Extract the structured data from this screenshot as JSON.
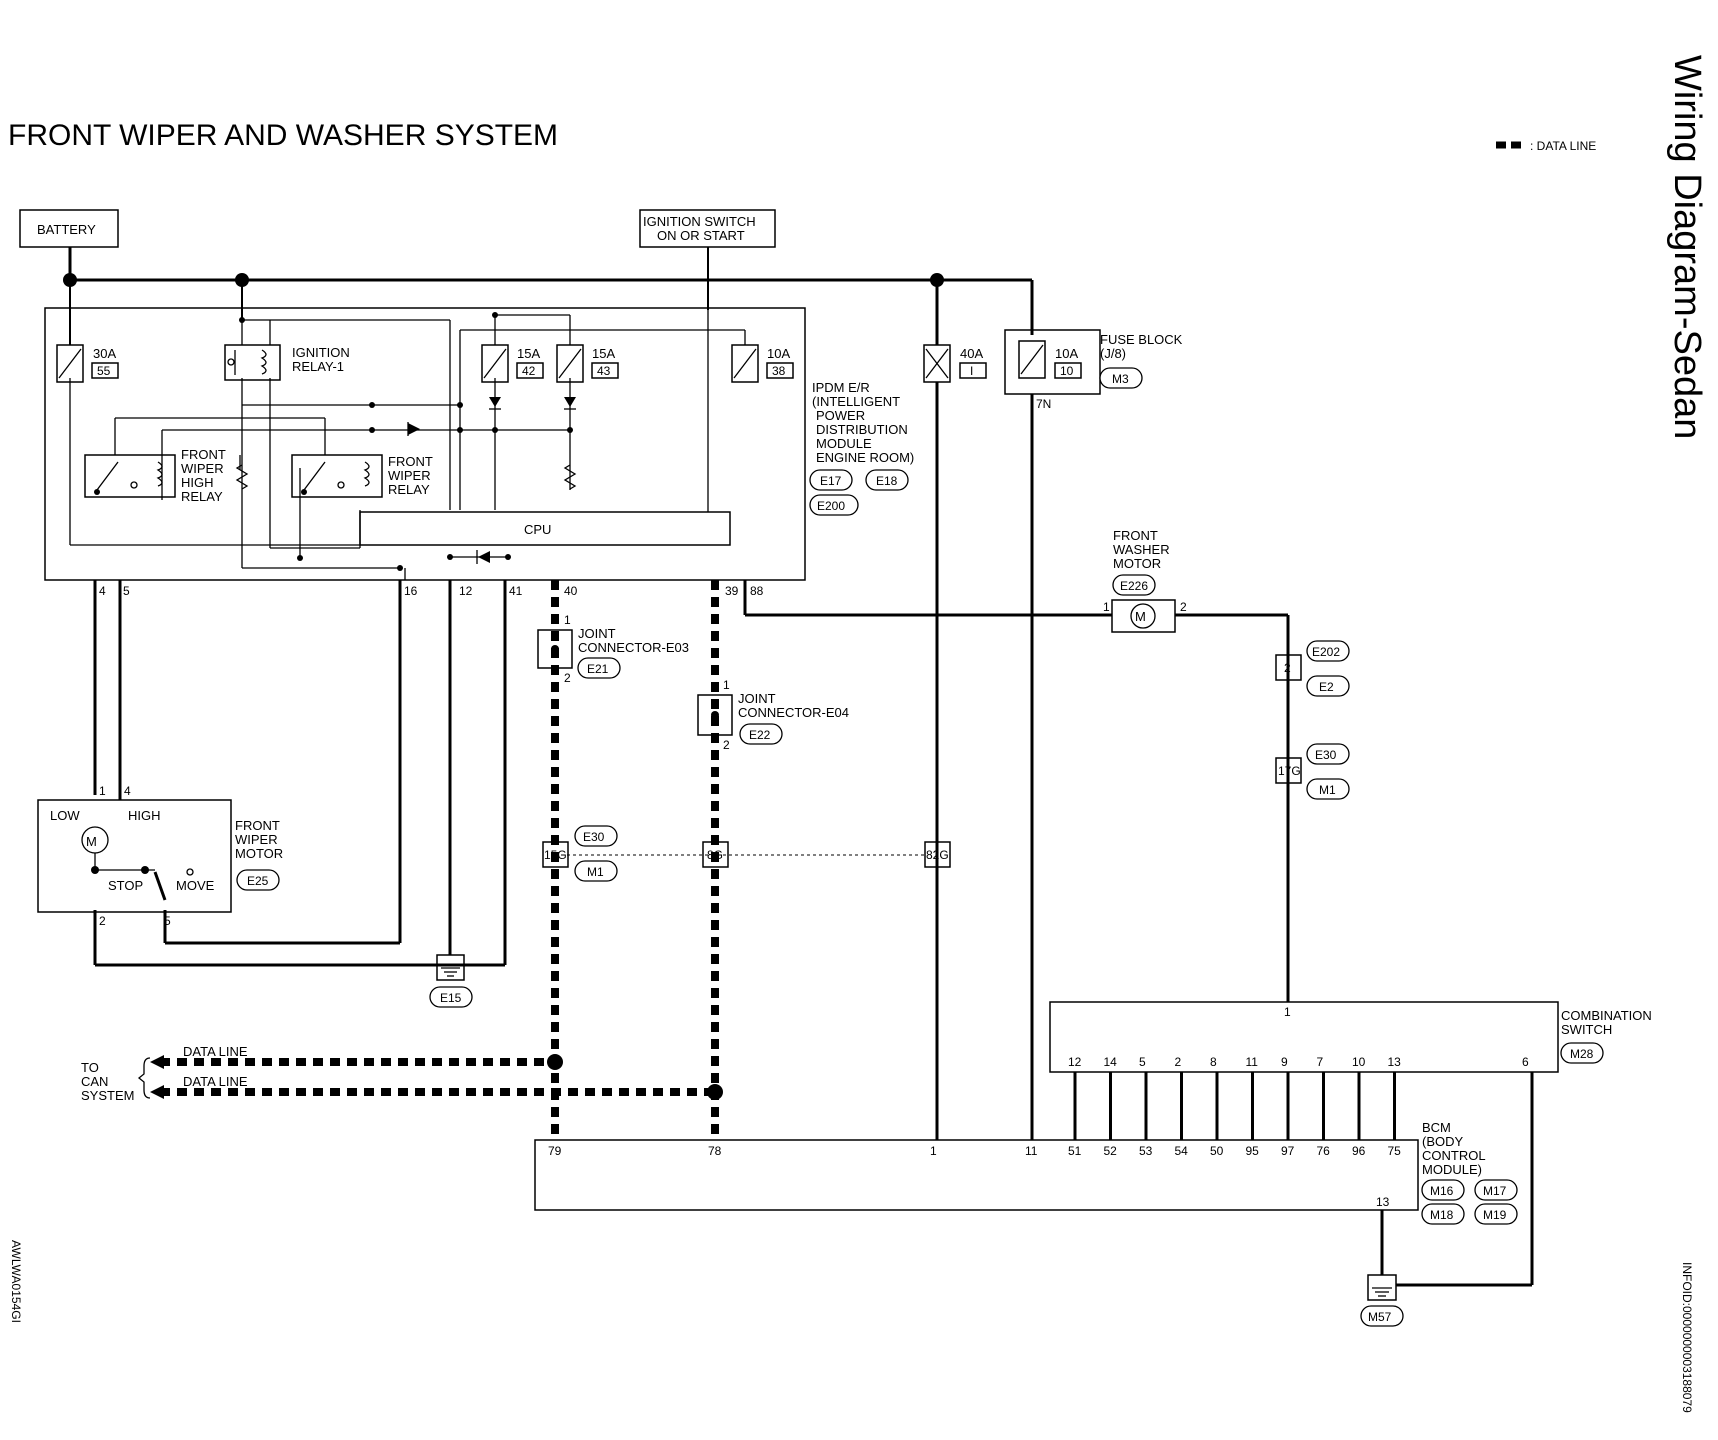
{
  "title": "FRONT WIPER AND WASHER SYSTEM",
  "side_title": "Wiring Diagram-Sedan",
  "legend": ": DATA LINE",
  "side_code_left": "AWLWA0154GI",
  "side_code_right": "INFOID:0000000003188079",
  "battery": "BATTERY",
  "ign_switch": [
    "IGNITION SWITCH",
    "ON OR START"
  ],
  "fuses": {
    "f1": [
      "30A",
      "55"
    ],
    "f2": [
      "15A",
      "42"
    ],
    "f3": [
      "15A",
      "43"
    ],
    "f4": [
      "10A",
      "38"
    ],
    "f5": [
      "40A",
      "I"
    ],
    "f6": [
      "10A",
      "10"
    ]
  },
  "ign_relay": [
    "IGNITION",
    "RELAY-1"
  ],
  "hi_relay": [
    "FRONT",
    "WIPER",
    "HIGH",
    "RELAY"
  ],
  "wiper_relay": [
    "FRONT",
    "WIPER",
    "RELAY"
  ],
  "cpu": "CPU",
  "ipdm": [
    "IPDM E/R",
    "(INTELLIGENT",
    "POWER",
    "DISTRIBUTION",
    "MODULE",
    "ENGINE ROOM)"
  ],
  "ipdm_conn": [
    "E17",
    "E18",
    "E200"
  ],
  "fuse_block": [
    "FUSE BLOCK",
    "(J/8)"
  ],
  "fuse_block_conn": "M3",
  "fuse_block_pin": "7N",
  "washer_motor": [
    "FRONT",
    "WASHER",
    "MOTOR"
  ],
  "washer_conn": "E226",
  "ipdm_pins": [
    "4",
    "5",
    "16",
    "12",
    "41",
    "40",
    "39",
    "88"
  ],
  "joint_e03": [
    "JOINT",
    "CONNECTOR-E03"
  ],
  "joint_e03_conn": "E21",
  "joint_e04": [
    "JOINT",
    "CONNECTOR-E04"
  ],
  "joint_e04_conn": "E22",
  "wiper_motor": [
    "FRONT",
    "WIPER",
    "MOTOR"
  ],
  "wiper_motor_conn": "E25",
  "wm_low": "LOW",
  "wm_high": "HIGH",
  "wm_stop": "STOP",
  "wm_move": "MOVE",
  "wm_pins": [
    "1",
    "4",
    "2",
    "5"
  ],
  "ground_e15": "E15",
  "ground_m57": "M57",
  "inline": [
    "15G",
    "8G",
    "82G",
    "2",
    "17G"
  ],
  "inline_tags": [
    "E30",
    "M1",
    "E202",
    "E2",
    "E30",
    "M1"
  ],
  "data_line": "DATA LINE",
  "to_can": [
    "TO",
    "CAN",
    "SYSTEM"
  ],
  "combo_switch": [
    "COMBINATION",
    "SWITCH"
  ],
  "combo_conn": "M28",
  "combo_pins": [
    "12",
    "14",
    "5",
    "2",
    "8",
    "11",
    "9",
    "7",
    "10",
    "13"
  ],
  "combo_pin_top": "1",
  "combo_pin_6": "6",
  "bcm": [
    "BCM",
    "(BODY",
    "CONTROL",
    "MODULE)"
  ],
  "bcm_conn": [
    "M16",
    "M17",
    "M18",
    "M19"
  ],
  "bcm_pins": [
    "79",
    "78",
    "1",
    "11",
    "51",
    "52",
    "53",
    "54",
    "50",
    "95",
    "97",
    "76",
    "96",
    "75"
  ],
  "bcm_pin_13": "13",
  "motor_symbol": "M"
}
